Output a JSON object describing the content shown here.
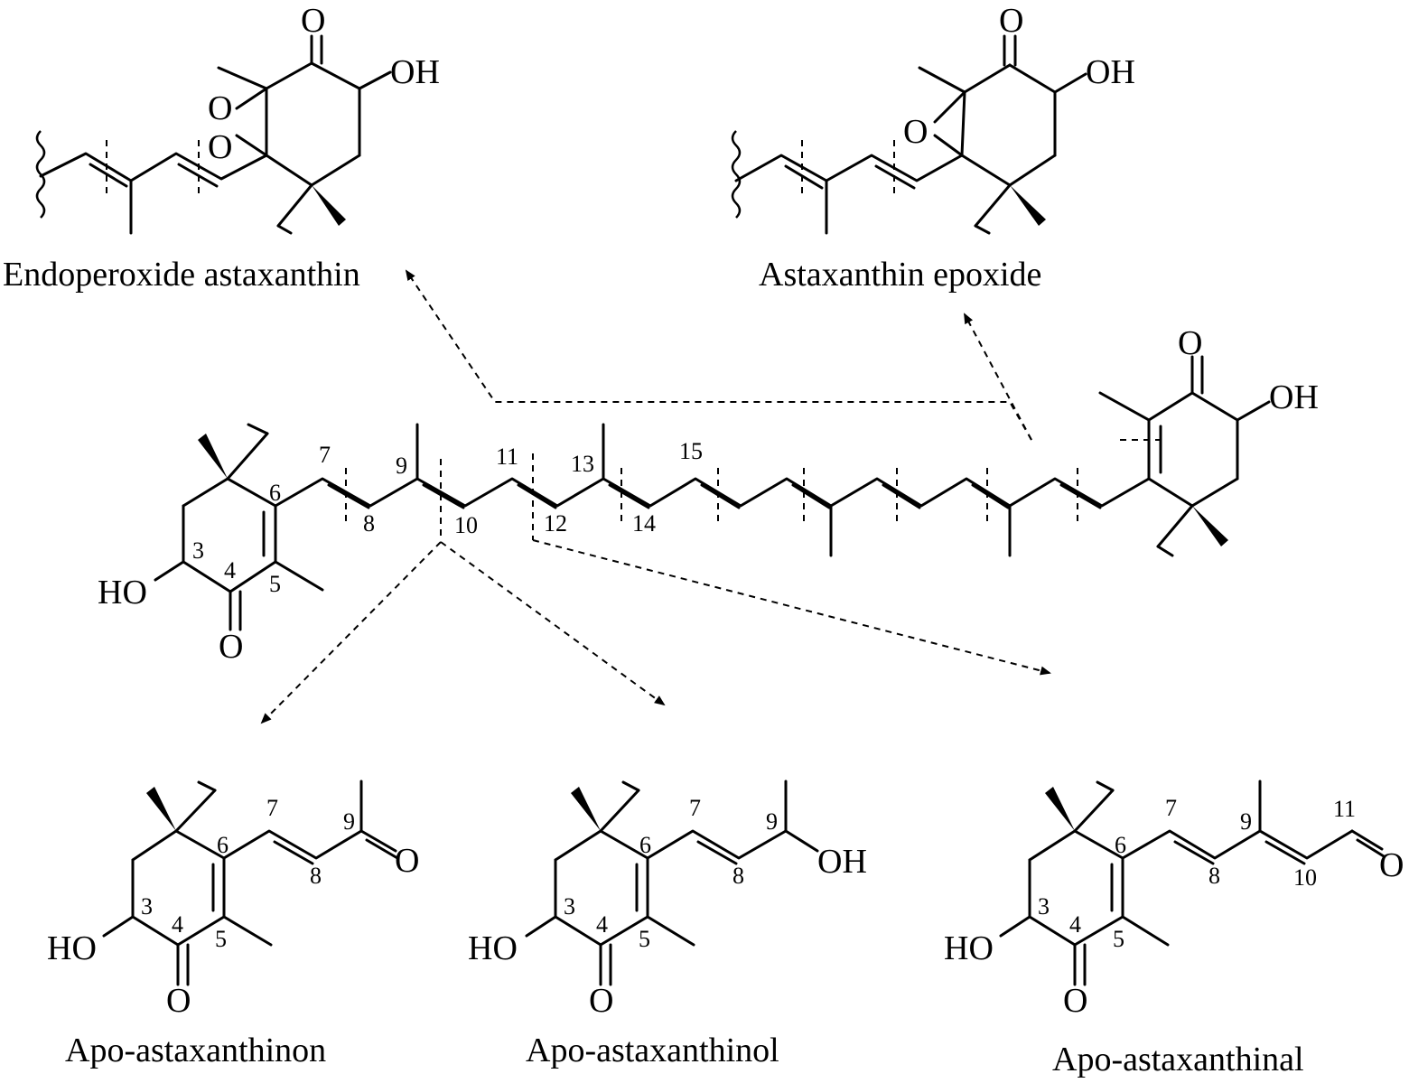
{
  "compounds": {
    "endoperoxide": "Endoperoxide astaxanthin",
    "epoxide": "Astaxanthin epoxide",
    "apo_inon": "Apo-astaxanthinon",
    "apo_inol": "Apo-astaxanthinol",
    "apo_inal": "Apo-astaxanthinal"
  },
  "atoms": {
    "O": "O",
    "OH": "OH",
    "HO": "HO"
  },
  "positions": {
    "p3": "3",
    "p4": "4",
    "p5": "5",
    "p6": "6",
    "p7": "7",
    "p8": "8",
    "p9": "9",
    "p10": "10",
    "p11": "11",
    "p12": "12",
    "p13": "13",
    "p14": "14",
    "p15": "15"
  }
}
